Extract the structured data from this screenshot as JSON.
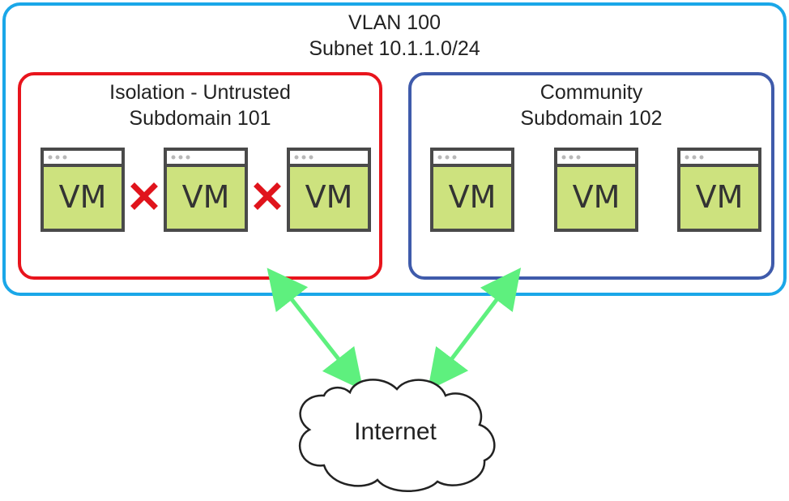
{
  "vlan": {
    "title": "VLAN 100",
    "subnet": "Subnet 10.1.1.0/24",
    "color": "#1aa7e8"
  },
  "groups": [
    {
      "title": "Isolation - Untrusted",
      "subtitle": "Subdomain 101",
      "color": "#e8141c",
      "vms": [
        "VM",
        "VM",
        "VM"
      ],
      "separator": "x-icon"
    },
    {
      "title": "Community",
      "subtitle": "Subdomain 102",
      "color": "#3f5bab",
      "vms": [
        "VM",
        "VM",
        "VM"
      ]
    }
  ],
  "cloud": {
    "label": "Internet"
  },
  "colors": {
    "vm_fill": "#cde27e",
    "vm_border": "#4a4a4a",
    "arrow": "#5ef07e",
    "block": "#e0141c"
  }
}
